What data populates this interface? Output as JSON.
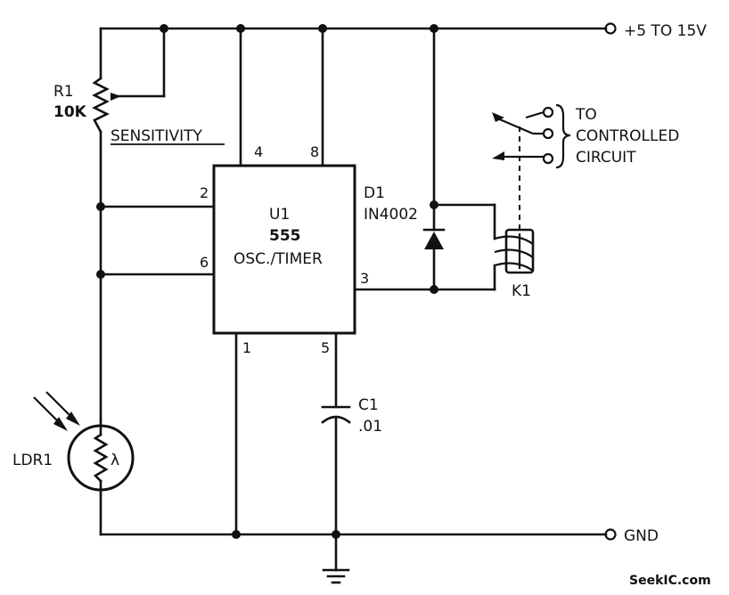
{
  "supply_label": "+5 TO 15V",
  "gnd_label": "GND",
  "r1": {
    "ref": "R1",
    "value": "10K",
    "function": "SENSITIVITY"
  },
  "u1": {
    "ref": "U1",
    "part": "555",
    "function": "OSC./TIMER",
    "pins": {
      "p4": "4",
      "p8": "8",
      "p2": "2",
      "p6": "6",
      "p3": "3",
      "p1": "1",
      "p5": "5"
    }
  },
  "d1": {
    "ref": "D1",
    "part": "IN4002"
  },
  "c1": {
    "ref": "C1",
    "value": ".01"
  },
  "k1": {
    "ref": "K1"
  },
  "ldr1": {
    "ref": "LDR1",
    "symbol": "λ"
  },
  "output": {
    "line1": "TO",
    "line2": "CONTROLLED",
    "line3": "CIRCUIT"
  },
  "watermark": "SeekIC.com"
}
